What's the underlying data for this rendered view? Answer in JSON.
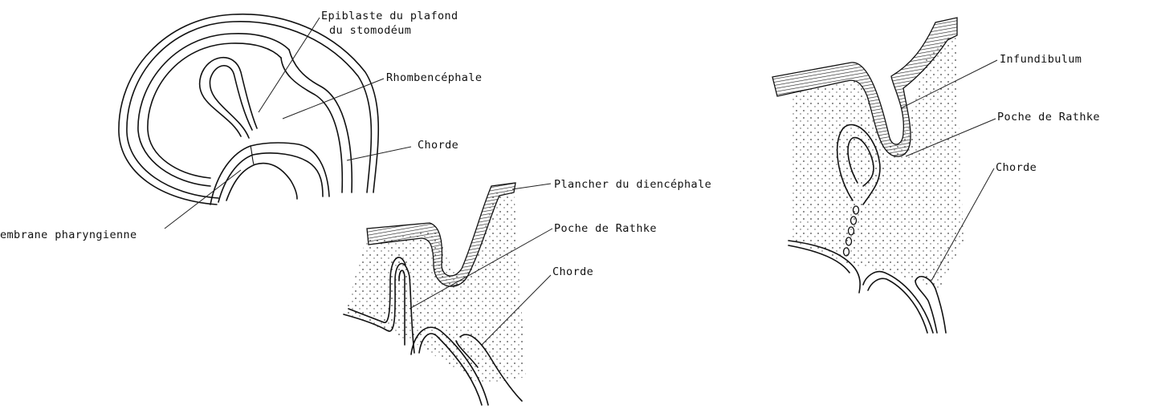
{
  "figures": [
    {
      "id": "fig-left",
      "labels": {
        "epiblast_line1": "Epiblaste du plafond",
        "epiblast_line2": "du stomodéum",
        "rhomb": "Rhombencéphale",
        "chorde": "Chorde",
        "membrane": "embrane pharyngienne"
      }
    },
    {
      "id": "fig-middle",
      "labels": {
        "plancher": "Plancher du diencéphale",
        "poche": "Poche de Rathke",
        "chorde": "Chorde"
      }
    },
    {
      "id": "fig-right",
      "labels": {
        "infundibulum": "Infundibulum",
        "poche": "Poche de Rathke",
        "chorde": "Chorde"
      }
    }
  ]
}
